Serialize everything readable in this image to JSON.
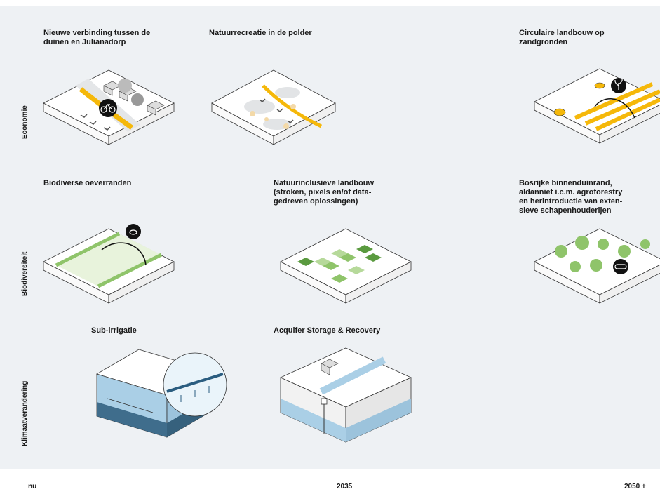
{
  "rows": [
    {
      "label": "Economie"
    },
    {
      "label": "Biodiversiteit"
    },
    {
      "label": "Klimaatverandering"
    }
  ],
  "items": {
    "eco1": "Nieuwe verbinding tussen de\nduinen en Julianadorp",
    "eco2": "Natuurrecreatie in de polder",
    "eco3": "Circulaire landbouw op\nzandgronden",
    "bio1": "Biodiverse oeverranden",
    "bio2": "Natuurinclusieve landbouw\n(stroken, pixels en/of data-\ngedreven oplossingen)",
    "bio3": "Bosrijke binnenduinrand,\naldanniet i.c.m.  agroforestry\nen herintroductie van exten-\nsieve schapenhouderijen",
    "kli1": "Sub-irrigatie",
    "kli2": "Acquifer Storage & Recovery"
  },
  "timeline": {
    "start": "nu",
    "mid": "2035",
    "end": "2050 +"
  },
  "colors": {
    "accent": "#f5b80a",
    "green": "#8fc46a",
    "darkgreen": "#5a9a3f",
    "water": "#aacfe6",
    "deepwater": "#3f6d8c"
  },
  "icons": [
    "bicycle-icon",
    "bird-icon",
    "sheep-icon",
    "plant-icon",
    "bee-icon",
    "tree-icon",
    "log-icon",
    "house-icon",
    "pump-icon"
  ]
}
